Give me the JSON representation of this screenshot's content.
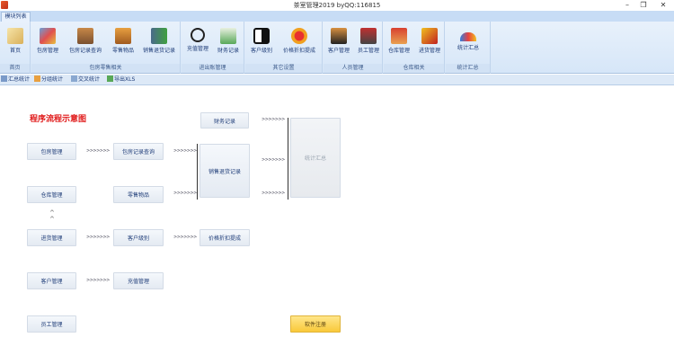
{
  "window": {
    "title": "茶室管理2019 byQQ:116815",
    "minimize": "–",
    "restore": "❐",
    "close": "✕"
  },
  "tabs": [
    {
      "label": "模块列表"
    }
  ],
  "ribbon": {
    "groups": [
      {
        "label": "首页",
        "buttons": [
          {
            "label": "首页",
            "icon": "home-note-icon"
          }
        ]
      },
      {
        "label": "包房零售相关",
        "buttons": [
          {
            "label": "包房管理",
            "icon": "room-icon"
          },
          {
            "label": "包房记录查询",
            "icon": "box-icon"
          },
          {
            "label": "零售物品",
            "icon": "goods-icon"
          },
          {
            "label": "销售退货记录",
            "icon": "folder-icon"
          }
        ]
      },
      {
        "label": "进出账管理",
        "buttons": [
          {
            "label": "充值管理",
            "icon": "gear-dollar-icon"
          },
          {
            "label": "财务记录",
            "icon": "money-icon"
          }
        ]
      },
      {
        "label": "其它设置",
        "buttons": [
          {
            "label": "客户级别",
            "icon": "contrast-icon"
          },
          {
            "label": "价格折扣提成",
            "icon": "discount-icon"
          }
        ]
      },
      {
        "label": "人员管理",
        "buttons": [
          {
            "label": "客户管理",
            "icon": "customer-icon"
          },
          {
            "label": "员工管理",
            "icon": "employee-icon"
          }
        ]
      },
      {
        "label": "仓库相关",
        "buttons": [
          {
            "label": "仓库管理",
            "icon": "warehouse-icon"
          },
          {
            "label": "进货管理",
            "icon": "truck-icon"
          }
        ]
      },
      {
        "label": "统计汇总",
        "buttons": [
          {
            "label": "统计汇总",
            "icon": "chart-icon"
          }
        ]
      }
    ]
  },
  "subbar": [
    {
      "label": "汇总统计"
    },
    {
      "label": "分组统计"
    },
    {
      "label": "交叉统计"
    },
    {
      "label": "导出XLS"
    }
  ],
  "flow": {
    "heading": "程序流程示意图",
    "arrow": ">>>>>>>",
    "up": "^",
    "nodes": {
      "room": "包房管理",
      "roomRecord": "包房记录查询",
      "finance": "财务记录",
      "sales": "销售退货记录",
      "stats": "统计汇总",
      "warehouse": "仓库管理",
      "retail": "零售物品",
      "purchase": "进货管理",
      "level": "客户级别",
      "discount": "价格折扣提成",
      "customer": "客户管理",
      "recharge": "充值管理",
      "employee": "员工管理",
      "register": "软件注册"
    }
  }
}
